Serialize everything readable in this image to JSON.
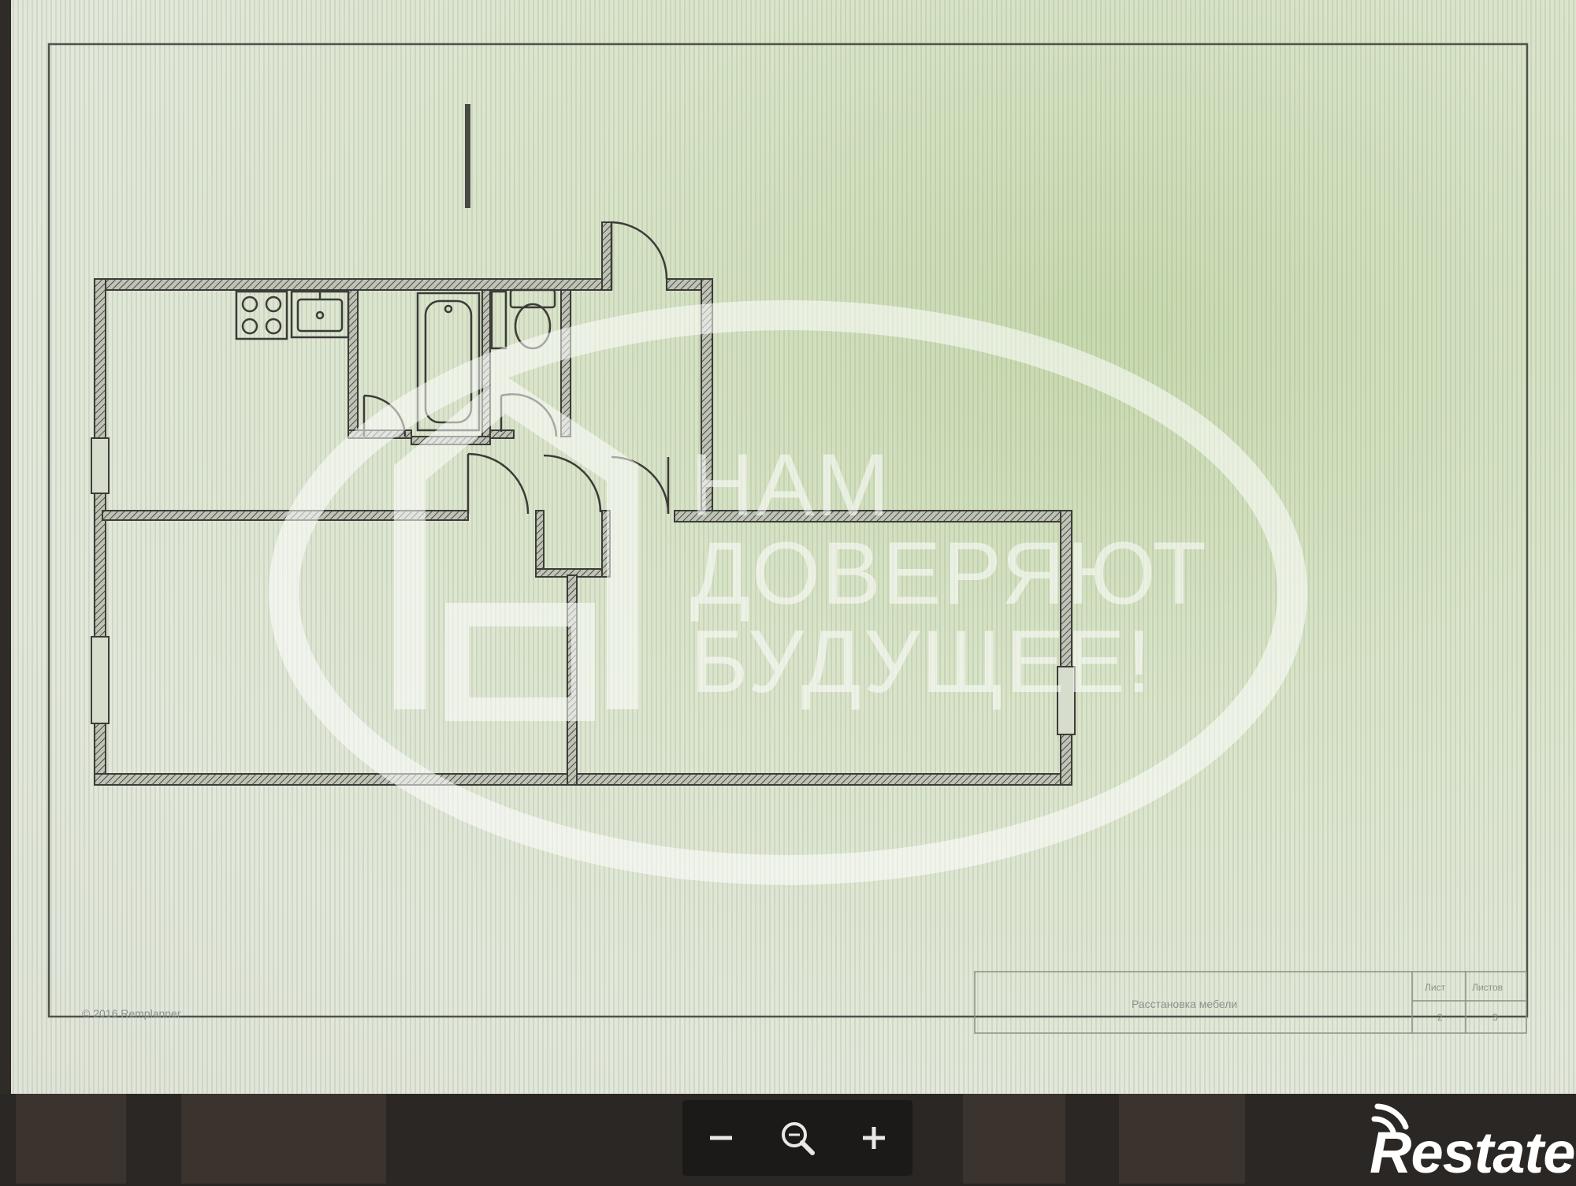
{
  "watermark": {
    "lines": [
      "НАМ",
      "ДОВЕРЯЮТ",
      "БУДУЩЕЕ!"
    ]
  },
  "title_block": {
    "copyright": "© 2016 Remplanner",
    "sheet_title": "Расстановка мебели",
    "sheet_label": "Лист",
    "sheets_label": "Листов",
    "sheet_number": "2",
    "sheets_total": "3"
  },
  "toolbar": {
    "zoom_out_label": "−",
    "zoom_fit_label": "zoom",
    "zoom_in_label": "+"
  },
  "brand": {
    "name": "Restate"
  },
  "colors": {
    "wall": "#4a4a44",
    "line": "#3c3c38",
    "watermark": "#ffffff",
    "toolbar_bg": "#1b1a19"
  }
}
